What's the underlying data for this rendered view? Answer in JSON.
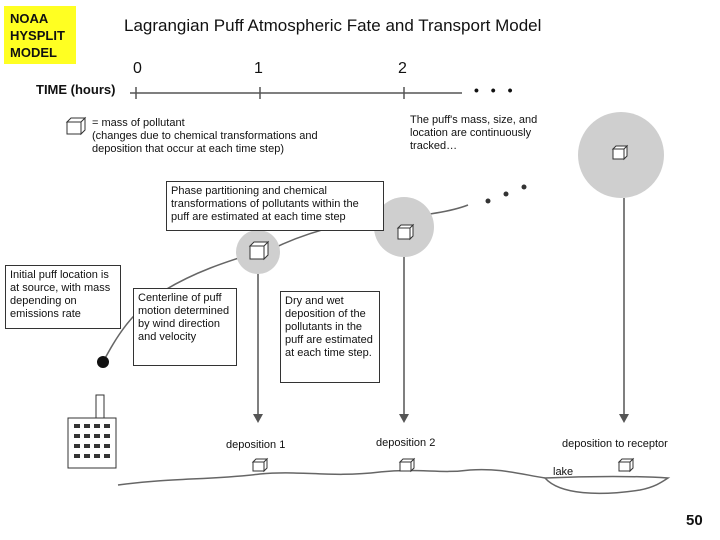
{
  "header": {
    "badge_lines": [
      "NOAA",
      "HYSPLIT",
      "MODEL"
    ],
    "title": "Lagrangian Puff Atmospheric Fate and Transport Model"
  },
  "timeline": {
    "label": "TIME (hours)",
    "ticks": [
      "0",
      "1",
      "2"
    ],
    "ellipsis": "• • •"
  },
  "legend": {
    "text": "= mass of pollutant\n(changes due to chemical transformations and\ndeposition that occur at each time step)"
  },
  "notes": {
    "tracked": "The puff's mass, size, and location are continuously tracked…",
    "phase": "Phase partitioning and chemical transformations of pollutants within the puff are estimated at each time step",
    "initial": "Initial puff location is at source, with mass depending on emissions rate",
    "centerline": "Centerline of puff motion determined by wind direction and velocity",
    "drywet": "Dry and wet deposition of the pollutants in the puff are estimated at each time step."
  },
  "deposition": {
    "d1": "deposition 1",
    "d2": "deposition 2",
    "receptor": "deposition to receptor",
    "lake": "lake"
  },
  "page_number": "50"
}
